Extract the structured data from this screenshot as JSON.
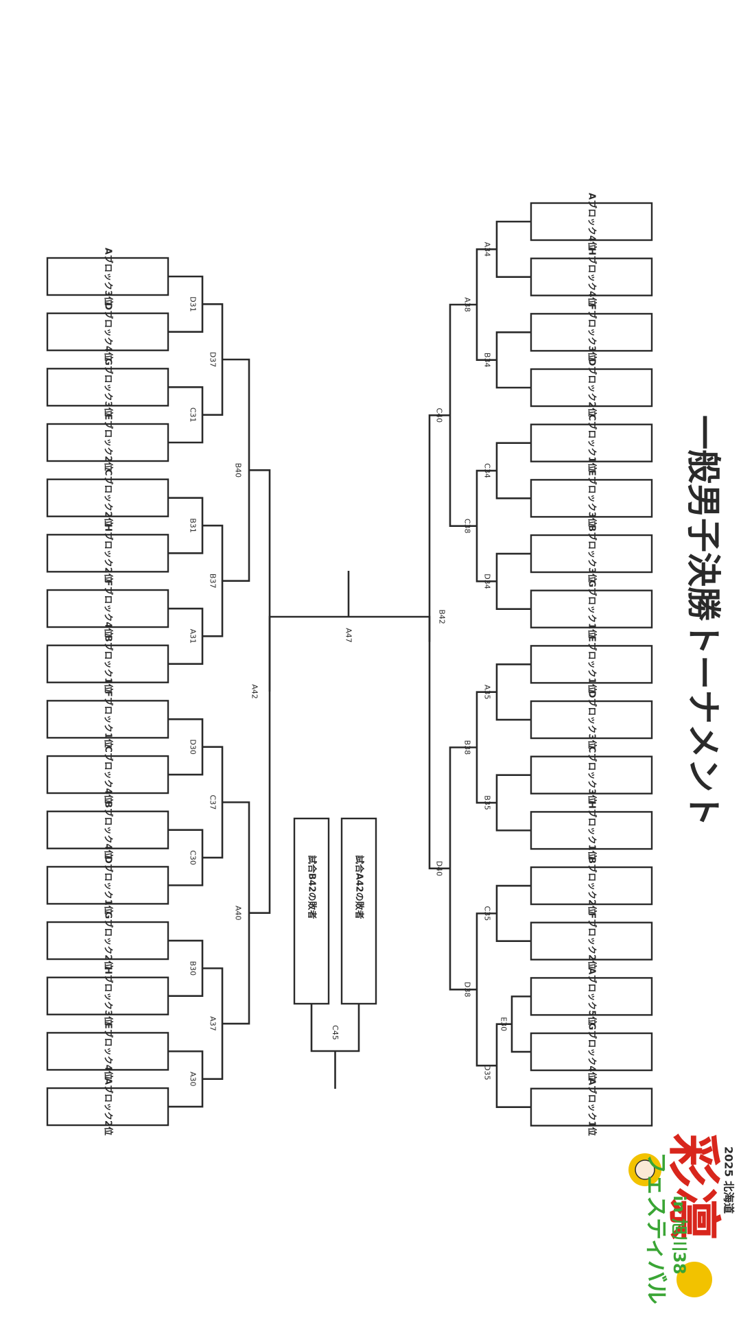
{
  "title": "一般男子決勝トーナメント",
  "logo": {
    "year_region": "2025 北海道",
    "main": "彩凛",
    "sub": "フェスティバル",
    "place": "in 旭川38"
  },
  "left_teams": [
    "Aブロック3位",
    "Dブロック4位",
    "Gブロック3位",
    "Eブロック2位",
    "Cブロック2位",
    "Hブロック2位",
    "Fブロック4位",
    "Bブロック1位",
    "Fブロック1位",
    "Cブロック4位",
    "Bブロック4位",
    "Dブロック1位",
    "Gブロック2位",
    "Hブロック3位",
    "Eブロック4位",
    "Aブロック2位"
  ],
  "right_teams": [
    "Aブロック4位",
    "Hブロック4位",
    "Fブロック3位",
    "Dブロック2位",
    "Cブロック1位",
    "Eブロック3位",
    "Bブロック3位",
    "Gブロック1位",
    "Eブロック1位",
    "Dブロック3位",
    "Cブロック3位",
    "Hブロック1位",
    "Bブロック2位",
    "Fブロック2位",
    "Aブロック5位",
    "Gブロック4位",
    "Aブロック1位"
  ],
  "left_r1": [
    "D31",
    "C31",
    "B31",
    "A31",
    "D30",
    "C30",
    "B30",
    "A30"
  ],
  "left_r2": [
    "D37",
    "B37",
    "C37",
    "A37"
  ],
  "left_r3": [
    "B40",
    "A40"
  ],
  "left_r4": "A42",
  "right_r1": [
    "A34",
    "B34",
    "C34",
    "D34",
    "A35",
    "B35",
    "C35"
  ],
  "right_e30": "E30",
  "right_d35": "D35",
  "right_r2": [
    "A38",
    "C38",
    "B38",
    "D38"
  ],
  "right_r3": [
    "C40",
    "D40"
  ],
  "right_r4": "B42",
  "final": "A47",
  "third_place": {
    "boxes": [
      "試合A42の敗者",
      "試合B42の敗者"
    ],
    "match": "C45"
  },
  "colors": {
    "line": "#2a2a2a",
    "logo_red": "#d8261c",
    "logo_green": "#3aa535",
    "logo_yellow": "#f2c200"
  }
}
